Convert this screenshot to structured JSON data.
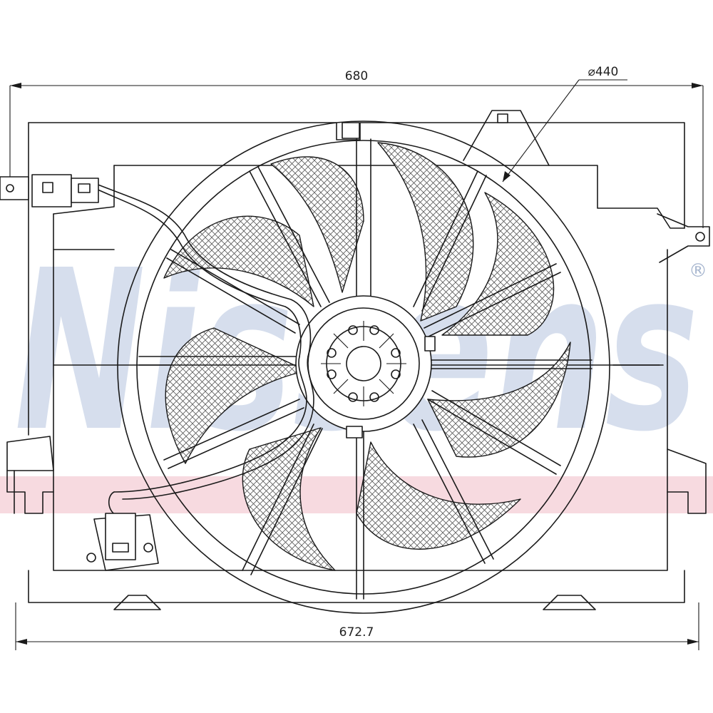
{
  "drawing": {
    "dimensions": {
      "top_width": "680",
      "fan_diameter": "⌀440",
      "bottom_width": "672.7"
    },
    "watermark": {
      "logo_text": "Nissens",
      "registered_mark": "®",
      "logo_color": "#c9d6e8",
      "band_color": "#f2c7cf"
    },
    "line_color": "#1a1a1a",
    "hatch_color": "#555555"
  }
}
